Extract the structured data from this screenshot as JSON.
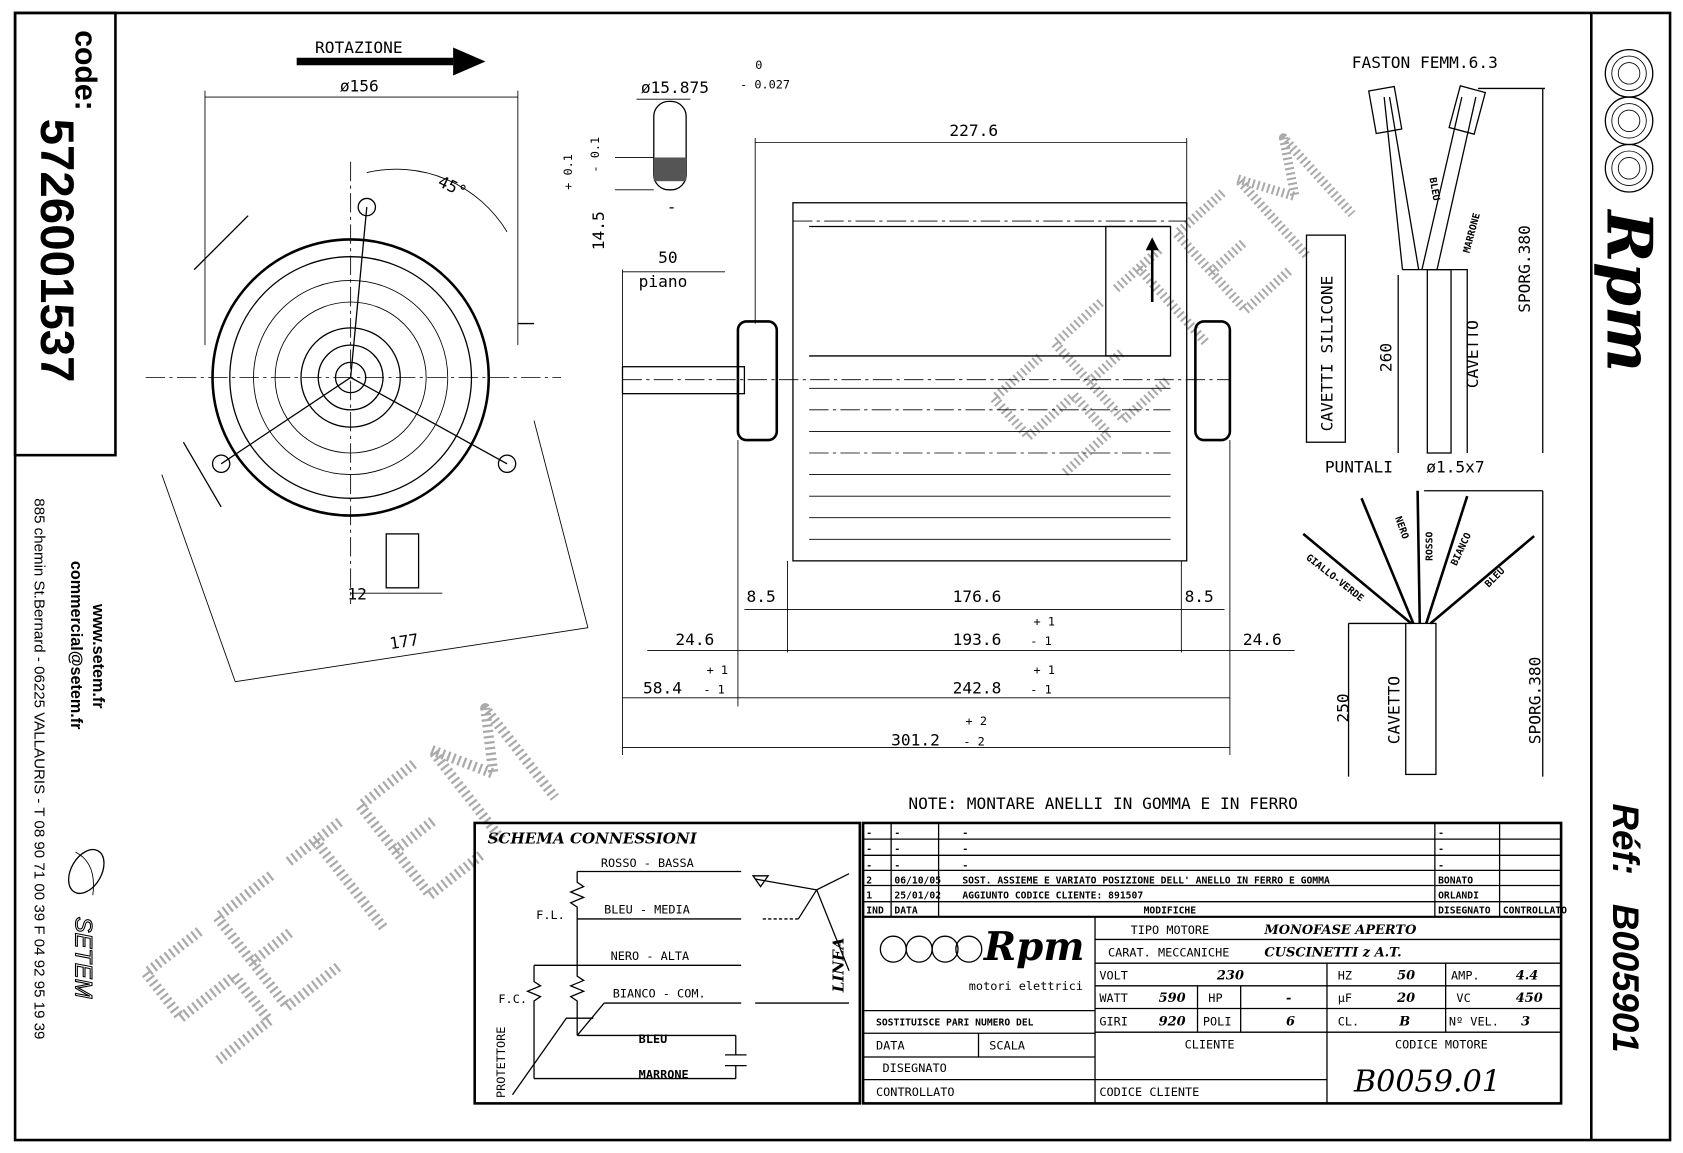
{
  "sidebar": {
    "code_label": "code:",
    "code": "5726001537",
    "website": "www.setem.fr",
    "email": "commercial@setem.fr",
    "address": "885 chemin St.Bernard  -  06225 VALLAURIS  -  T 08 90 71 00 39   F 04 92 95 19 39",
    "brand": "SETEM"
  },
  "right_panel": {
    "logo": "Rpm",
    "ref_label": "Réf:",
    "ref": "B005901"
  },
  "watermark": "SETEM",
  "front_view": {
    "rotation": "ROTAZIONE",
    "diameter": "ø156",
    "angle": "45°",
    "width_12": "12",
    "width_177": "177"
  },
  "shaft_detail": {
    "diameter": "ø15.875",
    "tol_upper": "0",
    "tol_lower": "- 0.027",
    "flat": "14.5",
    "flat_tol_upper": "+ 0.1",
    "flat_tol_lower": "- 0.1"
  },
  "side_view": {
    "overall_top": "227.6",
    "flat_length": "50",
    "flat_label": "piano",
    "left_gap": "8.5",
    "core": "176.6",
    "right_gap": "8.5",
    "left_24": "24.6",
    "mid_193": "193.6",
    "mid_193_tol": [
      "+ 1",
      "- 1"
    ],
    "right_24": "24.6",
    "shaft_58": "58.4",
    "shaft_58_tol": [
      "+ 1",
      "- 1"
    ],
    "mid_242": "242.8",
    "mid_242_tol": [
      "+ 1",
      "- 1"
    ],
    "total": "301.2",
    "total_tol": [
      "+ 2",
      "- 2"
    ]
  },
  "wiring_top": {
    "title": "FASTON FEMM.6.3",
    "wire_a": "BLEU",
    "wire_b": "MARRONE",
    "box_label": "CAVETTI SILICONE",
    "length": "260",
    "cable": "CAVETTO",
    "protrusion": "SPORG.380"
  },
  "wiring_bottom": {
    "title": "PUNTALI",
    "spec": "ø1.5x7",
    "wires": [
      "GIALLO-VERDE",
      "NERO",
      "ROSSO",
      "BIANCO",
      "BLEU"
    ],
    "length": "250",
    "cable": "CAVETTO",
    "protrusion": "SPORG.380"
  },
  "note": "NOTE: MONTARE ANELLI IN GOMMA E IN FERRO",
  "schema": {
    "title": "SCHEMA CONNESSIONI",
    "lines": [
      "ROSSO - BASSA",
      "BLEU - MEDIA",
      "NERO - ALTA",
      "BIANCO - COM.",
      "BLEU",
      "MARRONE"
    ],
    "fl": "F.L.",
    "fc": "F.C.",
    "protector": "PROTETTORE",
    "line": "LINEA"
  },
  "revisions": {
    "headers": [
      "IND",
      "DATA",
      "MODIFICHE",
      "DISEGNATO",
      "CONTROLLATO"
    ],
    "rows": [
      [
        "-",
        "-",
        "-",
        "-",
        ""
      ],
      [
        "-",
        "-",
        "-",
        "-",
        ""
      ],
      [
        "-",
        "-",
        "-",
        "-",
        ""
      ],
      [
        "2",
        "06/10/05",
        "SOST. ASSIEME E VARIATO POSIZIONE DELL' ANELLO IN FERRO E GOMMA",
        "BONATO",
        ""
      ],
      [
        "1",
        "25/01/02",
        "AGGIUNTO CODICE CLIENTE: 891507",
        "ORLANDI",
        ""
      ]
    ]
  },
  "title_block": {
    "logo": "Rpm",
    "logo_sub": "motori elettrici",
    "tipo_label": "TIPO MOTORE",
    "tipo": "MONOFASE APERTO",
    "carat_label": "CARAT. MECCANICHE",
    "carat": "CUSCINETTI z A.T.",
    "volt_label": "VOLT",
    "volt": "230",
    "hz_label": "HZ",
    "hz": "50",
    "amp_label": "AMP.",
    "amp": "4.4",
    "watt_label": "WATT",
    "watt": "590",
    "hp_label": "HP",
    "hp": "-",
    "uf_label": "µF",
    "uf": "20",
    "vc_label": "VC",
    "vc": "450",
    "giri_label": "GIRI",
    "giri": "920",
    "poli_label": "POLI",
    "poli": "6",
    "cl_label": "CL.",
    "cl": "B",
    "vel_label": "Nº VEL.",
    "vel": "3",
    "replaces": "SOSTITUISCE PARI NUMERO DEL",
    "data": "DATA",
    "scala": "SCALA",
    "disegnato": "DISEGNATO",
    "controllato": "CONTROLLATO",
    "cliente": "CLIENTE",
    "codice_cliente": "CODICE CLIENTE",
    "codice_motore_label": "CODICE MOTORE",
    "codice_motore": "B0059.01"
  }
}
